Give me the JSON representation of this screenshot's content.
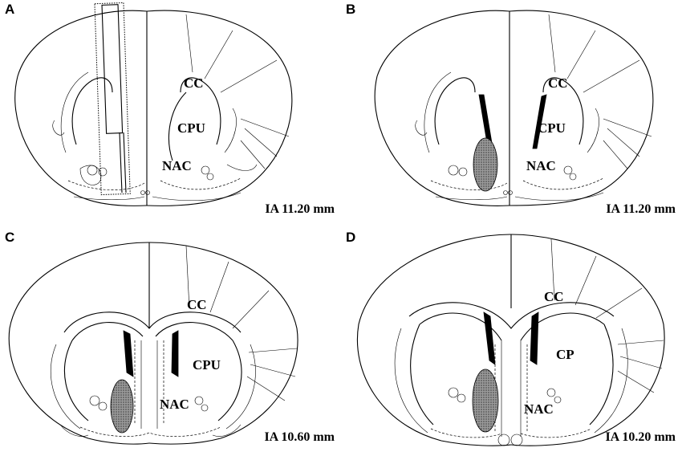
{
  "panels": [
    {
      "letter": "A",
      "coordinate": "IA 11.20 mm",
      "regions": {
        "cc": "CC",
        "cpu": "CPU",
        "nac": "NAC"
      }
    },
    {
      "letter": "B",
      "coordinate": "IA 11.20 mm",
      "regions": {
        "cc": "CC",
        "cpu": "CPU",
        "nac": "NAC"
      }
    },
    {
      "letter": "C",
      "coordinate": "IA 10.60 mm",
      "regions": {
        "cc": "CC",
        "cpu": "CPU",
        "nac": "NAC"
      }
    },
    {
      "letter": "D",
      "coordinate": "IA 10.20 mm",
      "regions": {
        "cc": "CC",
        "cp": "CP",
        "nac": "NAC"
      }
    }
  ],
  "colors": {
    "ink": "#000000",
    "lesion_fill": "#8a8a8a",
    "background": "#ffffff"
  }
}
